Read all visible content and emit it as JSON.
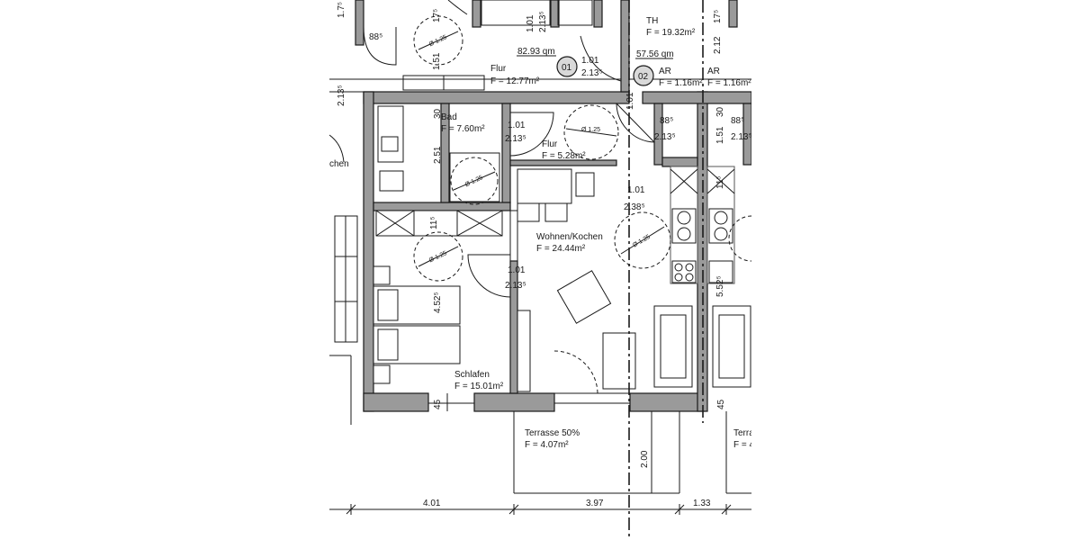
{
  "rooms": {
    "bad": {
      "name": "Bad",
      "area": "F = 7.60m²"
    },
    "flur_inner": {
      "name": "Flur",
      "area": "F = 5.28m²"
    },
    "wohnen": {
      "name": "Wohnen/Kochen",
      "area": "F = 24.44m²"
    },
    "schlafen": {
      "name": "Schlafen",
      "area": "F = 15.01m²"
    },
    "terrasse_left": {
      "name": "Terrasse 50%",
      "area": "F = 4.07m²"
    },
    "terrasse_right": {
      "name": "Terra",
      "area": "F = 4"
    },
    "flur_top": {
      "name": "Flur",
      "area": "F = 12.77m²"
    },
    "th": {
      "name": "TH",
      "area": "F = 19.32m²"
    },
    "ar1": {
      "name": "AR",
      "area": "F = 1.16m²"
    },
    "ar2": {
      "name": "AR",
      "area": "F = 1.16m²"
    },
    "kochen_partial": {
      "name": "chen"
    }
  },
  "units": {
    "u01": {
      "badge": "01",
      "area": "82.93 qm",
      "door_w": "1.01",
      "door_h": "2.13⁵"
    },
    "u02": {
      "badge": "02",
      "area": "57.56 qm"
    }
  },
  "doors": {
    "bad_door": {
      "w": "1.01",
      "h": "2.13⁵"
    },
    "schlafen_door": {
      "w": "1.01",
      "h": "2.13⁵"
    },
    "top_door": {
      "w": "1.01",
      "h": "2.13⁵"
    },
    "ar_left": {
      "w": "88⁵",
      "h": "2.13⁵"
    },
    "ar_right": {
      "w": "88⁵",
      "h": "2.13⁵"
    },
    "entry": {
      "w": "1.01",
      "h": "2.38⁵"
    },
    "top_left_door": {
      "w": "88⁵",
      "h": "2.13⁵"
    }
  },
  "turning_circle": "Ø 1.25",
  "dimensions": {
    "bottom": [
      "4.01",
      "3.97",
      "1.33"
    ],
    "terrace_depth": "2.00",
    "bad_depth": "2.51",
    "schlafen_width": "4.52⁵",
    "wall_30": "30",
    "wall_11a": "11⁵",
    "wall_11b": "11⁵",
    "wall_45a": "45",
    "wall_45b": "45",
    "top_151": "1.51",
    "top_17": "17⁵",
    "top_212": "2.12",
    "top_175": "17⁵",
    "right_151": "1.51",
    "right_30": "30",
    "right_552": "5.52⁵",
    "left_2135": "2.13⁵",
    "left_175": "1.7⁵"
  }
}
